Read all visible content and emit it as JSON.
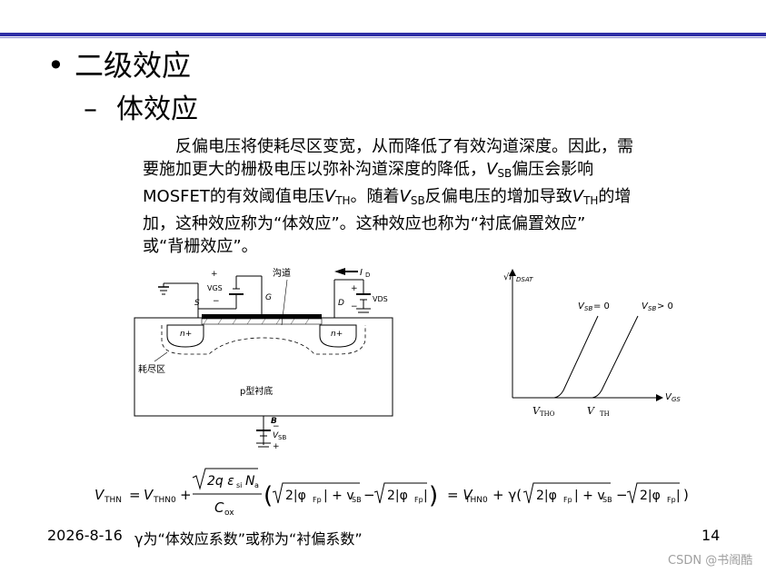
{
  "bullet1": "二级效应",
  "bullet2": "体效应",
  "paragraph": {
    "line1": "反偏电压将使耗尽区变宽，从而降低了有效沟道深度。因此，需",
    "line2a": "要施加更大的栅极电压以弥补沟道深度的降低，",
    "line2b": "偏压会影响",
    "line3a": "MOSFET的有效阈值电压",
    "line3b": "。随着",
    "line3c": "反偏电压的增加导致",
    "line3d": "的增",
    "line4": "加，这种效应称为“体效应”。这种效应也称为“衬底偏置效应”",
    "line5": "或“背栅效应”。",
    "v": "V",
    "sb": "SB",
    "th": "TH"
  },
  "device": {
    "plus1": "+",
    "vgs": "VGS",
    "minus1": "−",
    "g": "G",
    "channel": "沟道",
    "id_label": "I",
    "id_sub": "D",
    "plus2": "+",
    "vds": "VDS",
    "minus2": "−",
    "s": "S",
    "d": "D",
    "nplus1": "n+",
    "nplus2": "n+",
    "depletion": "耗尽区",
    "substrate": "p型衬底",
    "b": "B",
    "minus3": "−",
    "vsb": "V",
    "vsb_sub": "SB",
    "plus3": "+"
  },
  "graph": {
    "ylabel": "√I",
    "ylabel_sub": "DSAT",
    "xlabel": "V",
    "xlabel_sub": "GS",
    "curve1": "V",
    "curve1_sub": "SB",
    "curve1_rest": " = 0",
    "curve2": "V",
    "curve2_sub": "SB",
    "curve2_rest": " > 0",
    "vth0": "V",
    "vth0_sub": "THO",
    "vth": "V",
    "vth_sub": "TH"
  },
  "formula": {
    "lhs": "V",
    "lhs_sub": "THN",
    "eq": "=",
    "v0": "V",
    "v0_sub": "THN0",
    "plus": "+",
    "num": "2q ε",
    "num_sub": "si",
    "num_n": "N",
    "num_n_sub": "a",
    "den": "C",
    "den_sub": "ox",
    "term1": "2|φ",
    "term_sub": "Fp",
    "term1b": "| + v",
    "term1_sub2": "SB",
    "minus": "−",
    "term2": "2|φ",
    "term2b": "|",
    "eq2": "= V",
    "rhs_sub": "THN0",
    "rhs_plus": "+ γ(",
    "rhs_close": ")"
  },
  "footer": {
    "date": "2026-8-16",
    "note": "γ为“体效应系数”或称为“衬偏系数”",
    "page": "14"
  },
  "watermark": "CSDN @书阁酷"
}
